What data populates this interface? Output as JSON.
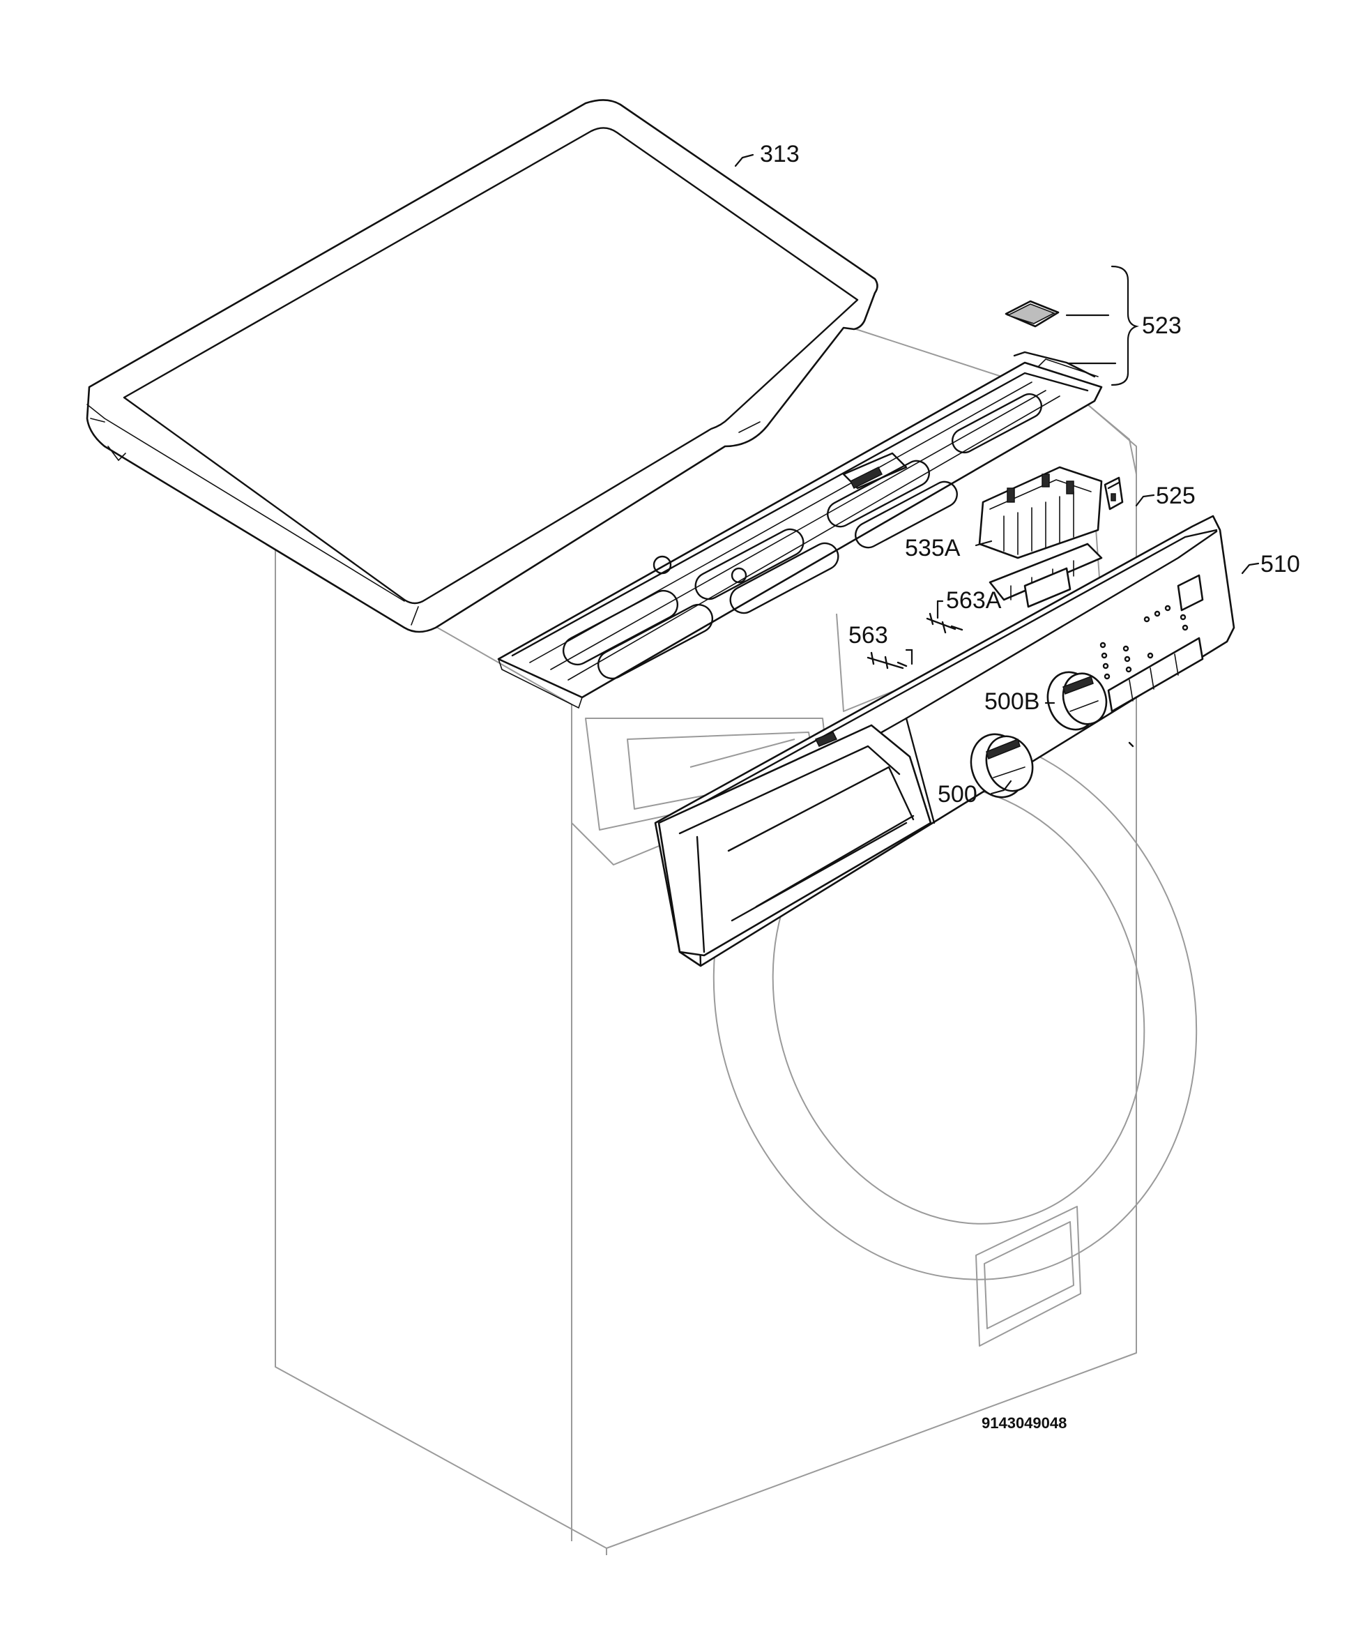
{
  "diagram": {
    "reference_number": "9143049048",
    "callouts": [
      {
        "id": "313"
      },
      {
        "id": "523"
      },
      {
        "id": "525"
      },
      {
        "id": "535A"
      },
      {
        "id": "510"
      },
      {
        "id": "563A"
      },
      {
        "id": "563"
      },
      {
        "id": "500B"
      },
      {
        "id": "500"
      }
    ]
  },
  "colors": {
    "line": "#111111",
    "ghost_outline": "#9a9a9a",
    "background": "#ffffff"
  }
}
